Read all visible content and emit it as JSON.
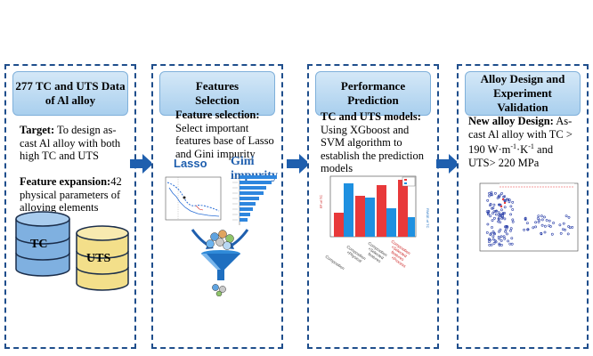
{
  "panels": [
    {
      "title": "277 TC and UTS Data\nof Al alloy",
      "target_label": "Target:",
      "target_text": " To design as-cast Al alloy with both high TC and UTS",
      "feature_label": "Feature expansion:",
      "feature_value": "42",
      "feature_text": " physical parameters of alloying elements",
      "db_labels": [
        "TC",
        "UTS"
      ]
    },
    {
      "title": "Features\nSelection",
      "selection_label": "Feature selection:",
      "selection_text": " Select important features base of Lasso and Gini impurity",
      "method_left": "Lasso",
      "method_right": "Gini impurity"
    },
    {
      "title": "Performance\nPrediction",
      "models_label": "TC and UTS models:",
      "models_text": " Using XGboost and SVM algorithm to establish the prediction models"
    },
    {
      "title": "Alloy Design and\nExperiment Validation",
      "design_label": "New alloy Design:",
      "design_text_1": " As-cast Al alloy with TC > 190 W·m",
      "design_sup_1": "-1",
      "design_text_2": "·K",
      "design_sup_2": "-1",
      "design_text_3": " and UTS> 220 MPa"
    }
  ],
  "colors": {
    "border": "#1f4e8c",
    "header_top": "#d4e8f7",
    "header_bottom": "#a9cfee",
    "arrow": "#1f5fae",
    "db_blue": "#7fb0e0",
    "db_yellow": "#f3df8a",
    "bar_red": "#e8393a",
    "bar_blue": "#1e90e0",
    "gini_bar": "#2e86de"
  },
  "icons": [
    "right-arrow-icon",
    "database-icon",
    "funnel-icon"
  ]
}
